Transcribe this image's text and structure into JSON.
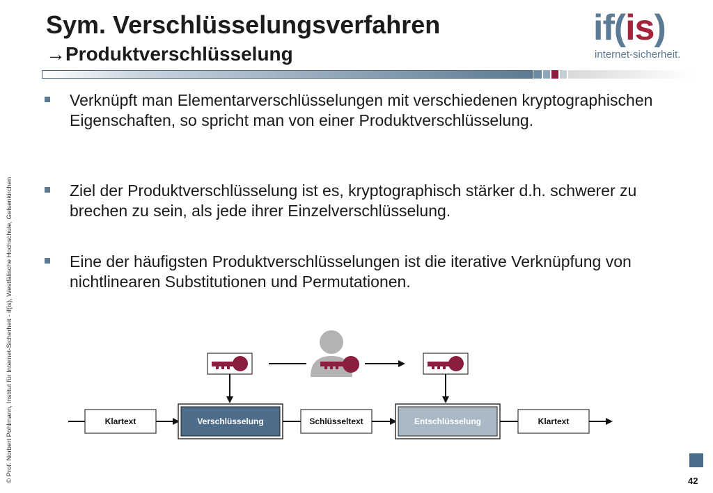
{
  "title": "Sym. Verschlüsselungsverfahren",
  "subtitle_arrow": "→",
  "subtitle": "Produktverschlüsselung",
  "logo": {
    "mark_if": "if(",
    "mark_is": "is",
    "mark_close": ")",
    "text": "internet-sicherheit."
  },
  "bullets": [
    "Verknüpft man Elementarverschlüsselungen mit verschiedenen kryptographischen Eigenschaften, so spricht man von einer Produktverschlüsselung.",
    "Ziel der Produktverschlüsselung ist es, kryptographisch stärker d.h. schwerer zu brechen zu sein, als jede ihrer Einzelverschlüsselung.",
    "Eine der häufigsten Produktverschlüsselungen ist die iterative Verknüpfung von nichtlinearen Substitutionen und Permutationen."
  ],
  "diagram": {
    "klartext_left": "Klartext",
    "encrypt": "Verschlüsselung",
    "ciphertext": "Schlüsseltext",
    "decrypt": "Entschlüsselung",
    "klartext_right": "Klartext"
  },
  "sidebar_text": "© Prof.  Norbert Pohlmann, Institut für Internet-Sicherheit - if(is), Westfälische Hochschule, Gelsenkirchen",
  "page_number": "42",
  "colors": {
    "accent_blue": "#5b7a94",
    "accent_red": "#a4243b",
    "key_red": "#8b1e3f"
  }
}
